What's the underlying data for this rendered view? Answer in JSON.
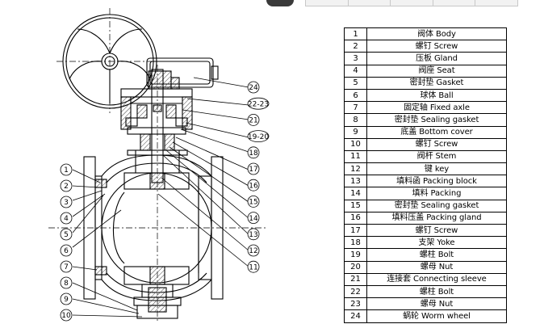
{
  "parts": [
    {
      "no": "1",
      "name": "阀体 Body"
    },
    {
      "no": "2",
      "name": "螺钉 Screw"
    },
    {
      "no": "3",
      "name": "压板 Gland"
    },
    {
      "no": "4",
      "name": "阀座 Seat"
    },
    {
      "no": "5",
      "name": "密封垫 Gasket"
    },
    {
      "no": "6",
      "name": "球体 Ball"
    },
    {
      "no": "7",
      "name": "固定轴 Fixed axle"
    },
    {
      "no": "8",
      "name": "密封垫 Sealing gasket"
    },
    {
      "no": "9",
      "name": "底盖 Bottom cover"
    },
    {
      "no": "10",
      "name": "螺钉 Screw"
    },
    {
      "no": "11",
      "name": "阀杆 Stem"
    },
    {
      "no": "12",
      "name": "键 key"
    },
    {
      "no": "13",
      "name": "填料函 Packing block"
    },
    {
      "no": "14",
      "name": "填料 Packing"
    },
    {
      "no": "15",
      "name": "密封垫 Sealing gasket"
    },
    {
      "no": "16",
      "name": "填料压盖 Packing gland"
    },
    {
      "no": "17",
      "name": "螺钉 Screw"
    },
    {
      "no": "18",
      "name": "支架 Yoke"
    },
    {
      "no": "19",
      "name": "螺柱 Bolt"
    },
    {
      "no": "20",
      "name": "螺母 Nut"
    },
    {
      "no": "21",
      "name": "连接套 Connecting sleeve"
    },
    {
      "no": "22",
      "name": "螺柱 Bolt"
    },
    {
      "no": "23",
      "name": "螺母 Nut"
    },
    {
      "no": "24",
      "name": "蜗轮 Worm wheel"
    }
  ],
  "callouts_left": [
    "1",
    "2",
    "3",
    "4",
    "5",
    "6",
    "7",
    "8",
    "9",
    "10"
  ],
  "callouts_right": [
    "24",
    "22-23",
    "21",
    "19-20",
    "18",
    "17",
    "16",
    "15",
    "14",
    "13",
    "12",
    "11"
  ],
  "colors": {
    "line": "#000000",
    "hatch": "#444444",
    "background": "#ffffff"
  }
}
